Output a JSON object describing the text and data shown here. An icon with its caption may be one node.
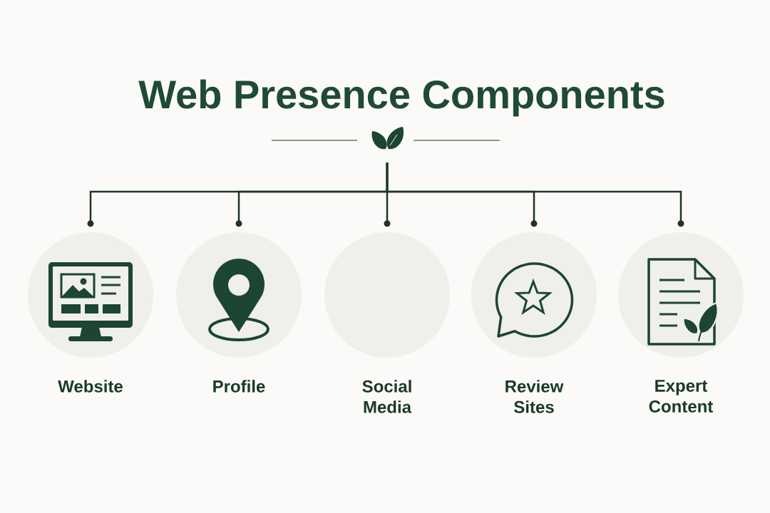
{
  "diagram": {
    "title": "Web Presence Components",
    "nodes": [
      {
        "text": [],
        "shape": "picture"
      },
      {
        "text": [
          "Website"
        ]
      },
      {
        "text": [
          "Profile"
        ]
      },
      {
        "text": [
          "Social Media"
        ]
      },
      {
        "text": [
          "Review Sites"
        ]
      },
      {
        "text": [
          "Expert Content"
        ]
      }
    ],
    "edges": [
      {
        "from": 0,
        "to": 1,
        "arrow": "to"
      },
      {
        "from": 0,
        "to": 2,
        "arrow": "to"
      },
      {
        "from": 0,
        "to": 3,
        "arrow": "to"
      },
      {
        "from": 0,
        "to": 4,
        "arrow": "to"
      },
      {
        "from": 0,
        "to": 5,
        "arrow": "to"
      }
    ]
  }
}
